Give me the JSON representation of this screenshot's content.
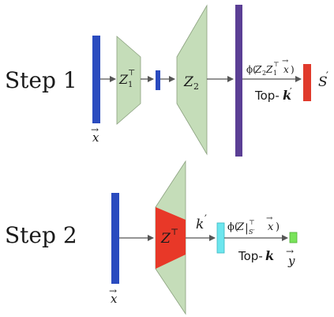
{
  "colors": {
    "input_bar": "#2a4bbf",
    "trapezoid": "#c5ddb9",
    "trapezoid_stroke": "#8aa07e",
    "mid_bar": "#2a4bbf",
    "large_bar": "#5b3f95",
    "output_bar": "#e03a2c",
    "highlight": "#e83828",
    "cyan_bar": "#6de6ee",
    "green_bar": "#79e35a",
    "arrow": "#555555"
  },
  "step1": {
    "label": "Step 1",
    "input_label": "x",
    "z1_label": "Z",
    "z1_sub": "1",
    "z1_sup": "⊤",
    "z2_label": "Z",
    "z2_sub": "2",
    "phi_label": "ϕ(Z₂Z₁ᵀ x)",
    "phi_prefix": "ϕ(",
    "phi_z2": "Z",
    "phi_z2_sub": "2",
    "phi_z1": "Z",
    "phi_z1_sub": "1",
    "phi_z1_sup": "⊤",
    "phi_x": "x",
    "phi_suffix": ")",
    "topk_text": "Top-",
    "topk_var": "k",
    "topk_prime": "′",
    "output_label": "S",
    "output_prime": "′"
  },
  "step2": {
    "label": "Step 2",
    "input_label": "x",
    "z_label": "Z",
    "z_sup": "⊤",
    "kprime_var": "k",
    "kprime_prime": "′",
    "phi_prefix": "ϕ(",
    "phi_z": "Z",
    "phi_bar": "|",
    "phi_sub": "S′",
    "phi_sup": "⊤",
    "phi_x": "x",
    "phi_suffix": ")",
    "topk_text": "Top-",
    "topk_var": "k",
    "output_label": "y"
  },
  "vector_arrow": "→"
}
